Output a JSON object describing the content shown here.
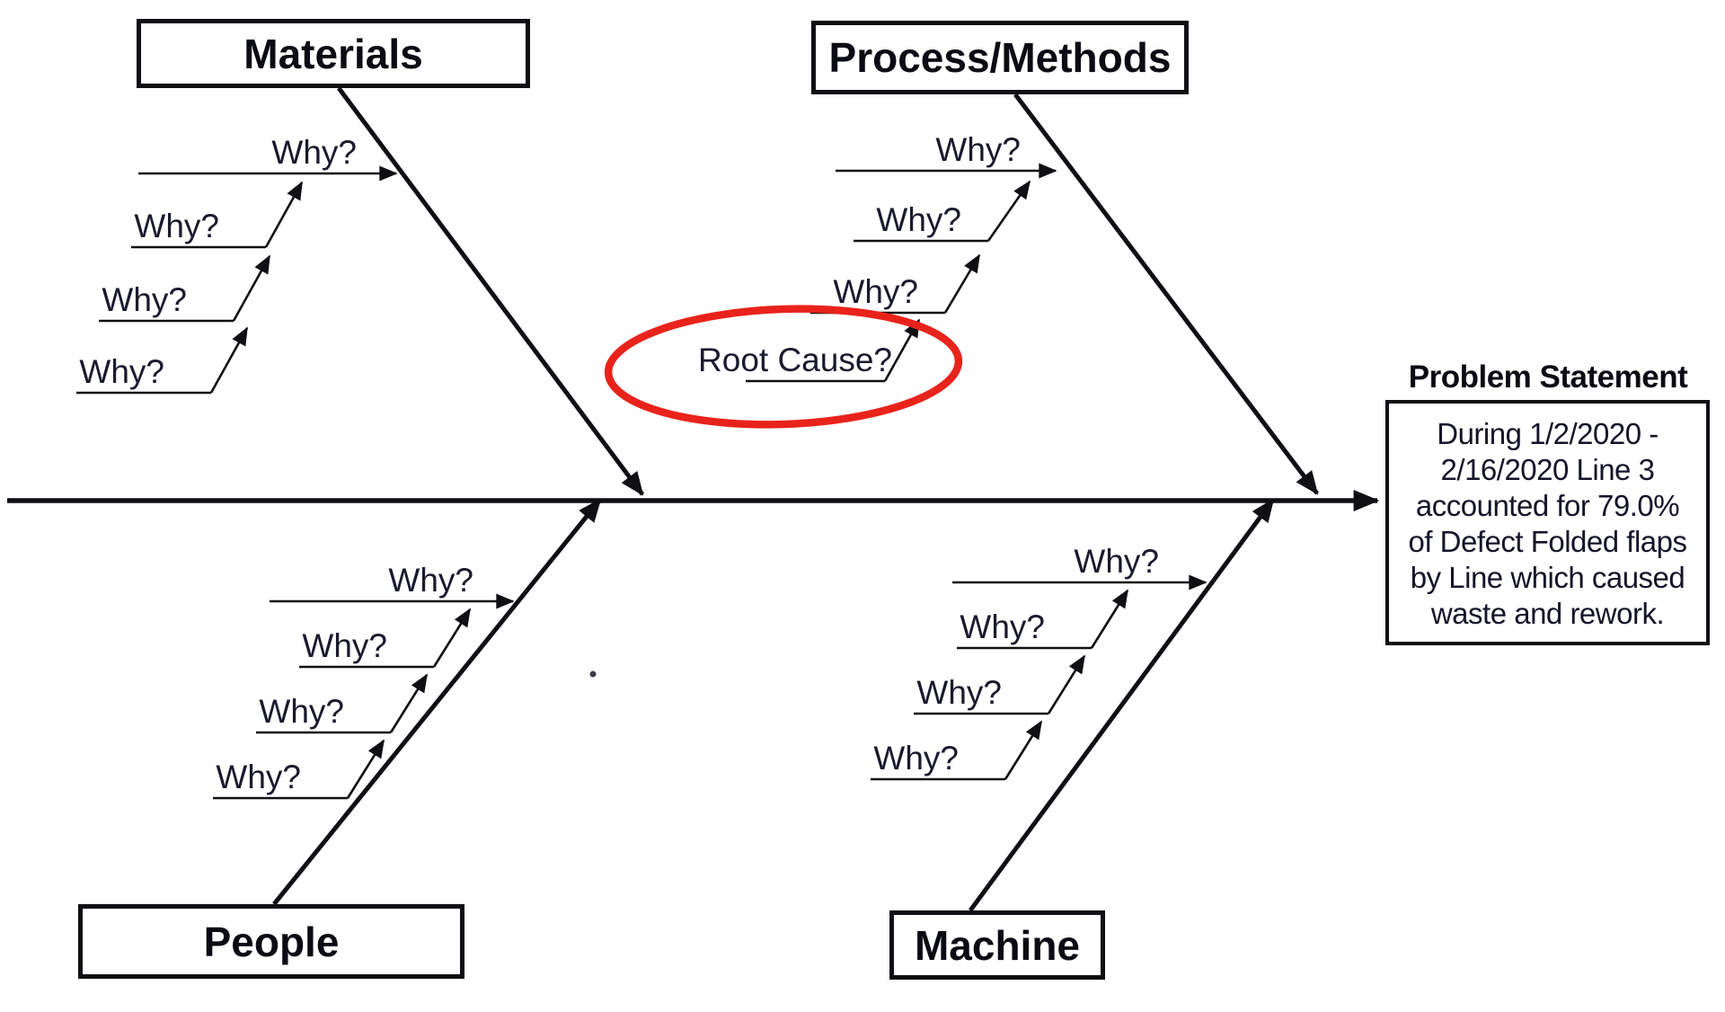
{
  "diagram": {
    "type": "fishbone-ishikawa-5-whys",
    "problem": {
      "title": "Problem Statement",
      "lines": [
        "During 1/2/2020 -",
        "2/16/2020 Line 3",
        "accounted for 79.0%",
        "of Defect Folded flaps",
        "by Line  which caused",
        "waste and rework."
      ]
    },
    "categories": [
      {
        "label": "Materials",
        "position": "top-left",
        "whys": [
          "Why?",
          "Why?",
          "Why?",
          "Why?"
        ]
      },
      {
        "label": "Process/Methods",
        "position": "top-right",
        "whys": [
          "Why?",
          "Why?",
          "Why?"
        ],
        "root_cause_label": "Root Cause?",
        "root_cause_circled": true
      },
      {
        "label": "People",
        "position": "bottom-left",
        "whys": [
          "Why?",
          "Why?",
          "Why?",
          "Why?"
        ]
      },
      {
        "label": "Machine",
        "position": "bottom-right",
        "whys": [
          "Why?",
          "Why?",
          "Why?",
          "Why?"
        ]
      }
    ],
    "colors": {
      "ink": "#101014",
      "label_text": "#1a1a2e",
      "highlight_ellipse": "#e8231c",
      "background": "#ffffff"
    }
  }
}
